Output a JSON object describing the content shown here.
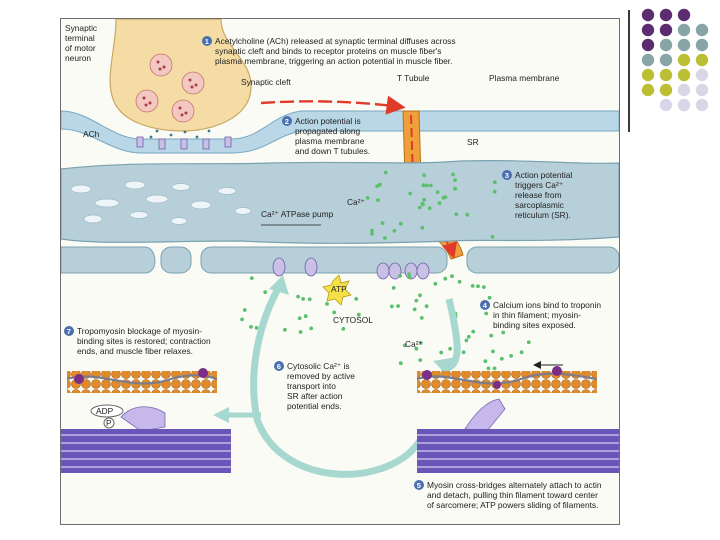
{
  "labels": {
    "synaptic_terminal": [
      "Synaptic",
      "terminal",
      "of motor",
      "neuron"
    ],
    "synaptic_cleft": "Synaptic cleft",
    "t_tubule": "T Tubule",
    "plasma_membrane": "Plasma membrane",
    "ach": "ACh",
    "sr": "SR",
    "ca2_upper": "Ca²⁺",
    "ca2_lower": "Ca²⁺",
    "atpase_pump": "Ca²⁺ ATPase pump",
    "atp": "ATP",
    "cytosol": "CYTOSOL",
    "adp": "ADP",
    "p": "P"
  },
  "steps": [
    {
      "num": "1",
      "lines": [
        "Acetylcholine (ACh) released at synaptic terminal diffuses across",
        "synaptic cleft and binds to receptor proteins on muscle fiber's",
        "plasma membrane, triggering an action potential in muscle fiber."
      ]
    },
    {
      "num": "2",
      "lines": [
        "Action potential is",
        "propagated along",
        "plasma membrane",
        "and down T tubules."
      ]
    },
    {
      "num": "3",
      "lines": [
        "Action potential",
        "triggers Ca²⁺",
        "release from",
        "sarcoplasmic",
        "reticulum (SR)."
      ]
    },
    {
      "num": "4",
      "lines": [
        "Calcium ions bind to troponin",
        "in thin filament; myosin-",
        "binding sites exposed."
      ]
    },
    {
      "num": "5",
      "lines": [
        "Myosin cross-bridges alternately attach to actin",
        "and detach, pulling thin filament toward center",
        "of sarcomere; ATP powers sliding of filaments."
      ]
    },
    {
      "num": "6",
      "lines": [
        "Cytosolic Ca²⁺ is",
        "removed by active",
        "transport into",
        "SR after action",
        "potential ends."
      ]
    },
    {
      "num": "7",
      "lines": [
        "Tropomyosin blockage of myosin-",
        "binding sites is restored; contraction",
        "ends, and muscle fiber relaxes."
      ]
    }
  ],
  "colors": {
    "dot_purple": "#5b2c6f",
    "dot_teal": "#87a4a6",
    "dot_yellow": "#bcbf34",
    "dot_lavender": "#d9d6e8",
    "step_badge": "#4a6fb0",
    "arrow_red": "#e03a2a",
    "cycle_teal": "#a6d8cf"
  }
}
